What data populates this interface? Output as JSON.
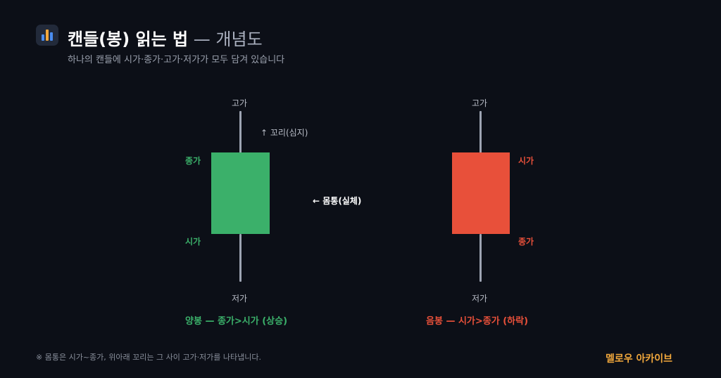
{
  "header": {
    "title_main": "캔들(봉) 읽는 법",
    "title_sub": "— 개념도",
    "subtitle": "하나의 캔들에 시가·종가·고가·저가가 모두 담겨 있습니다",
    "logo_icon": "bar-chart-icon"
  },
  "colors": {
    "bullish": "#3bb06a",
    "bearish": "#e8503a",
    "wick": "#9ea4b3",
    "brand": "#f2a83c",
    "background": "#0c0f17"
  },
  "bullish_candle": {
    "high_label": "고가",
    "low_label": "저가",
    "top_label": "종가",
    "bottom_label": "시가",
    "wick_annotation": "↑ 꼬리(심지)",
    "caption": "양봉 — 종가>시가 (상승)"
  },
  "body_annotation": "← 몸통(실체)",
  "bearish_candle": {
    "high_label": "고가",
    "low_label": "저가",
    "top_label": "시가",
    "bottom_label": "종가",
    "caption": "음봉 — 시가>종가 (하락)"
  },
  "footer": {
    "note": "※ 몸통은 시가~종가, 위아래 꼬리는 그 사이 고가·저가를 나타냅니다.",
    "brand": "멜로우 아카이브"
  }
}
